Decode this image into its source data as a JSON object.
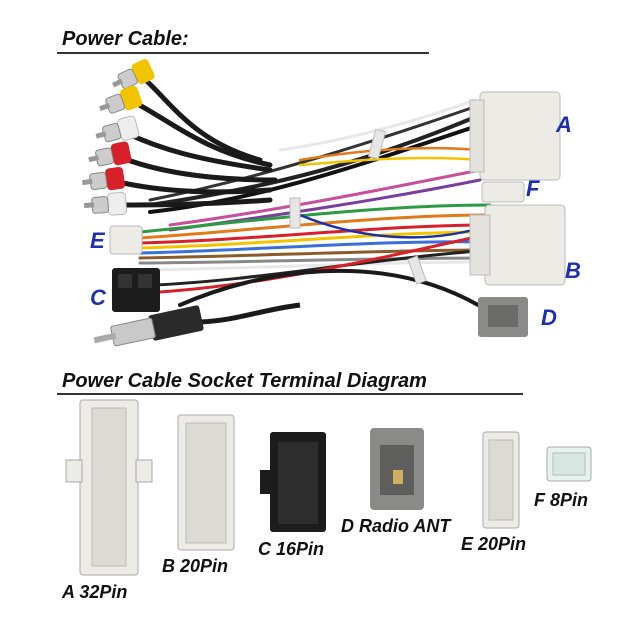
{
  "headings": {
    "power_cable": "Power Cable:",
    "socket_diagram": "Power Cable Socket Terminal Diagram"
  },
  "harness_labels": {
    "a": "A",
    "b": "B",
    "c": "C",
    "d": "D",
    "e": "E",
    "f": "F"
  },
  "socket_captions": {
    "a": "A 32Pin",
    "b": "B 20Pin",
    "c": "C 16Pin",
    "d": "D Radio ANT",
    "e": "E 20Pin",
    "f": "F 8Pin"
  },
  "colors": {
    "label_blue": "#1e2fb0",
    "rca_yellow": "#f2c400",
    "rca_red": "#d8202a",
    "rca_white": "#eeeeee",
    "connector_white": "#ecebe6",
    "connector_black": "#1c1c1c",
    "connector_gray": "#8a8a88"
  },
  "icons": [
    "rca-plug-icon",
    "antenna-plug-icon",
    "wire-harness-icon"
  ]
}
